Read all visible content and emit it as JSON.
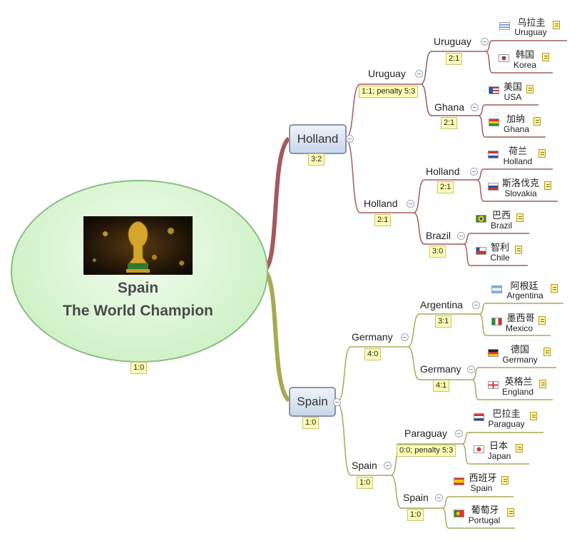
{
  "root": {
    "title_line1": "Spain",
    "title_line2": "The World Champion",
    "score": "1:0",
    "image": "world-cup-trophy"
  },
  "branches": {
    "holland": {
      "label": "Holland",
      "score": "3:2",
      "uruguay_semi": {
        "label": "Uruguay",
        "score": "1:1; penalty 5:3",
        "qf_uruguay": {
          "label": "Uruguay",
          "score": "2:1",
          "leaf1": {
            "zh": "乌拉圭",
            "en": "Uruguay",
            "flag": "uruguay-flag"
          },
          "leaf2": {
            "zh": "韩国",
            "en": "Korea",
            "flag": "korea-flag"
          }
        },
        "qf_ghana": {
          "label": "Ghana",
          "score": "2:1",
          "leaf1": {
            "zh": "美国",
            "en": "USA",
            "flag": "usa-flag"
          },
          "leaf2": {
            "zh": "加纳",
            "en": "Ghana",
            "flag": "ghana-flag"
          }
        }
      },
      "holland_semi": {
        "label": "Holland",
        "score": "2:1",
        "qf_holland": {
          "label": "Holland",
          "score": "2:1",
          "leaf1": {
            "zh": "荷兰",
            "en": "Holland",
            "flag": "holland-flag"
          },
          "leaf2": {
            "zh": "斯洛伐克",
            "en": "Slovakia",
            "flag": "slovakia-flag"
          }
        },
        "qf_brazil": {
          "label": "Brazil",
          "score": "3:0",
          "leaf1": {
            "zh": "巴西",
            "en": "Brazil",
            "flag": "brazil-flag"
          },
          "leaf2": {
            "zh": "智利",
            "en": "Chile",
            "flag": "chile-flag"
          }
        }
      }
    },
    "spain": {
      "label": "Spain",
      "score": "1:0",
      "germany_semi": {
        "label": "Germany",
        "score": "4:0",
        "qf_argentina": {
          "label": "Argentina",
          "score": "3:1",
          "leaf1": {
            "zh": "阿根廷",
            "en": "Argentina",
            "flag": "argentina-flag"
          },
          "leaf2": {
            "zh": "墨西哥",
            "en": "Mexico",
            "flag": "mexico-flag"
          }
        },
        "qf_germany": {
          "label": "Germany",
          "score": "4:1",
          "leaf1": {
            "zh": "德国",
            "en": "Germany",
            "flag": "germany-flag"
          },
          "leaf2": {
            "zh": "英格兰",
            "en": "England",
            "flag": "england-flag"
          }
        }
      },
      "spain_semi": {
        "label": "Spain",
        "score": "1:0",
        "qf_paraguay": {
          "label": "Paraguay",
          "score": "0:0; penalty 5:3",
          "leaf1": {
            "zh": "巴拉圭",
            "en": "Paraguay",
            "flag": "paraguay-flag"
          },
          "leaf2": {
            "zh": "日本",
            "en": "Japan",
            "flag": "japan-flag"
          }
        },
        "qf_spain": {
          "label": "Spain",
          "score": "1:0",
          "leaf1": {
            "zh": "西班牙",
            "en": "Spain",
            "flag": "spain-flag"
          },
          "leaf2": {
            "zh": "葡萄牙",
            "en": "Portugal",
            "flag": "portugal-flag"
          }
        }
      }
    }
  },
  "colors": {
    "holland_branch": "#a45a5a",
    "spain_branch": "#a9a955",
    "score_bg": "#ffffb3",
    "root_fill": "#d6f4cf"
  }
}
